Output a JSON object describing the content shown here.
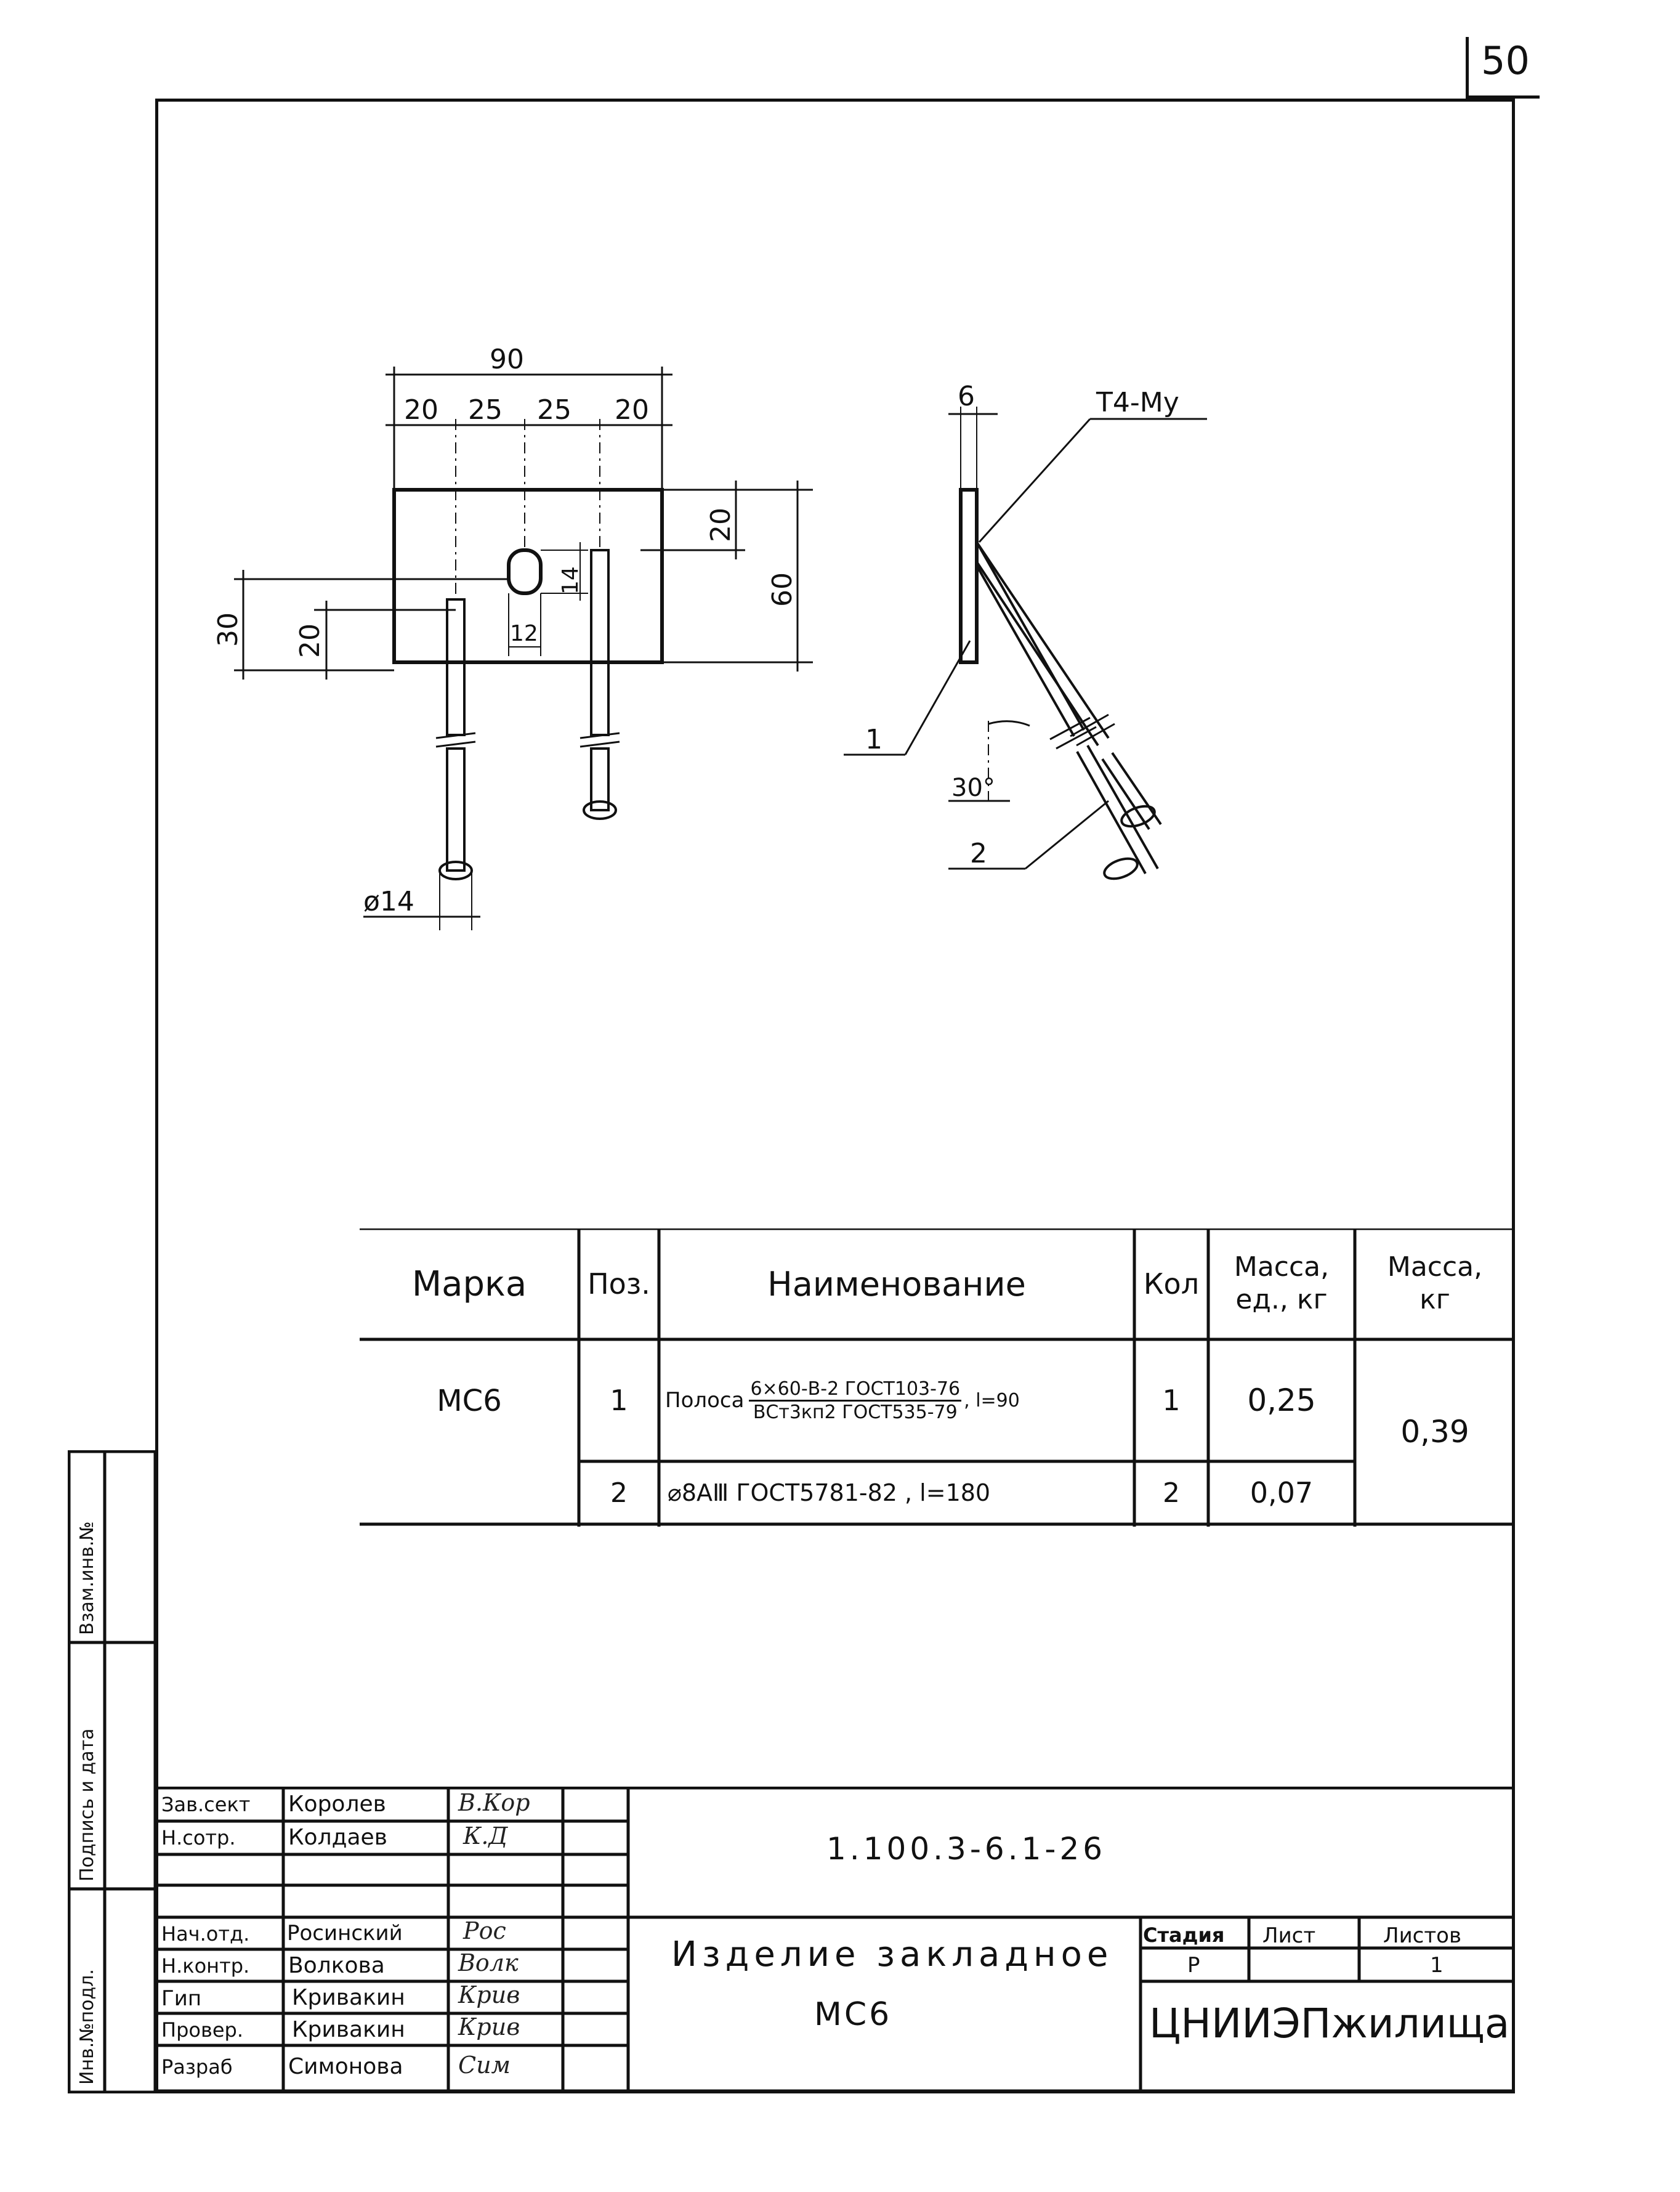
{
  "sheet": {
    "number": "50"
  },
  "drawing": {
    "plan_dims": {
      "overall_width": "90",
      "seg1": "20",
      "seg2": "25",
      "seg3": "25",
      "seg4": "20",
      "height": "60",
      "top_offset": "20",
      "left_offset_outer": "30",
      "left_offset_inner": "20",
      "hole_height": "14",
      "hole_width": "12",
      "bar_diameter": "ø14"
    },
    "side_dims": {
      "plate_thickness": "6",
      "weld_mark": "Т4-Му",
      "angle": "30°",
      "pos1": "1",
      "pos2": "2"
    }
  },
  "spec": {
    "headers": {
      "mark": "Марка",
      "pos": "Поз.",
      "name": "Наименование",
      "qty": "Кол",
      "unit_mass_1": "Масса,",
      "unit_mass_2": "ед., кг",
      "total_mass_1": "Масса,",
      "total_mass_2": "кг"
    },
    "mark": "МС6",
    "rows": [
      {
        "pos": "1",
        "name_prefix": "Полоса",
        "name_num": "6×60-В-2 ГОСТ103-76",
        "name_den": "ВСт3кп2 ГОСТ535-79",
        "name_suffix": ", l=90",
        "qty": "1",
        "unit_mass": "0,25"
      },
      {
        "pos": "2",
        "name": "⌀8АⅢ ГОСТ5781-82 , l=180",
        "qty": "2",
        "unit_mass": "0,07"
      }
    ],
    "total_mass": "0,39"
  },
  "side_stamp": {
    "f1": "Инв.№подл.",
    "f2": "Подпись и дата",
    "f3": "Взам.инв.№"
  },
  "title_block": {
    "doc_code": "1.100.3-6.1-26",
    "roles": [
      {
        "role": "Зав.сект",
        "name": "Королев",
        "sig": "В.Кор"
      },
      {
        "role": "Н.сотр.",
        "name": "Колдаев",
        "sig": "К.Д"
      },
      {
        "role": "",
        "name": "",
        "sig": ""
      },
      {
        "role": "Нач.отд.",
        "name": "Росинский",
        "sig": "Рос"
      },
      {
        "role": "Н.контр.",
        "name": "Волкова",
        "sig": "Волк"
      },
      {
        "role": "Гип",
        "name": "Кривакин",
        "sig": "Крив"
      },
      {
        "role": "Провер.",
        "name": "Кривакин",
        "sig": "Крив"
      },
      {
        "role": "Разраб",
        "name": "Симонова",
        "sig": "Сим"
      }
    ],
    "title_line1": "Изделие закладное",
    "title_line2": "МС6",
    "stage_label": "Стадия",
    "sheet_label": "Лист",
    "sheets_label": "Листов",
    "stage": "Р",
    "sheet": "",
    "sheets": "1",
    "org": "ЦНИИЭПжилища"
  }
}
